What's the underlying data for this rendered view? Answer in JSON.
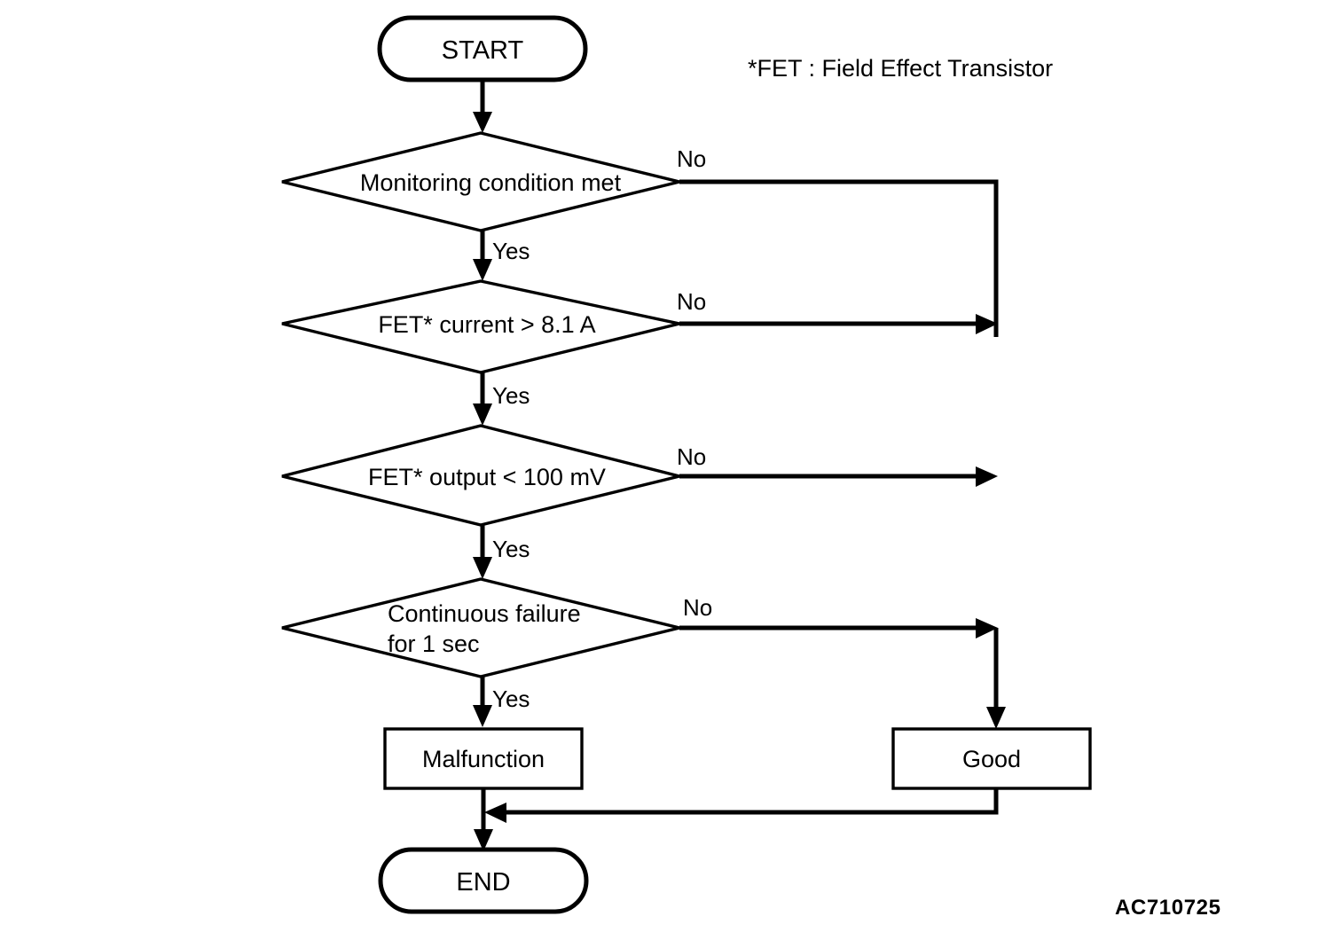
{
  "diagram": {
    "type": "flowchart",
    "title_note": "*FET : Field Effect Transistor",
    "figure_code": "AC710725",
    "nodes": {
      "start": {
        "label": "START",
        "shape": "terminal"
      },
      "decision_1": {
        "label": "Monitoring condition met",
        "shape": "decision"
      },
      "decision_2": {
        "label": "FET* current > 8.1 A",
        "shape": "decision"
      },
      "decision_3": {
        "label": "FET* output < 100 mV",
        "shape": "decision"
      },
      "decision_4": {
        "label_line_1": "Continuous failure",
        "label_line_2": "for 1 sec",
        "shape": "decision"
      },
      "malfunction": {
        "label": "Malfunction",
        "shape": "process"
      },
      "good": {
        "label": "Good",
        "shape": "process"
      },
      "end": {
        "label": "END",
        "shape": "terminal"
      }
    },
    "branch_labels": {
      "yes_1": "Yes",
      "yes_2": "Yes",
      "yes_3": "Yes",
      "yes_4": "Yes",
      "no_1": "No",
      "no_2": "No",
      "no_3": "No",
      "no_4": "No"
    },
    "colors": {
      "stroke": "#000000",
      "fill": "#ffffff",
      "text": "#000000",
      "background": "#ffffff"
    }
  }
}
